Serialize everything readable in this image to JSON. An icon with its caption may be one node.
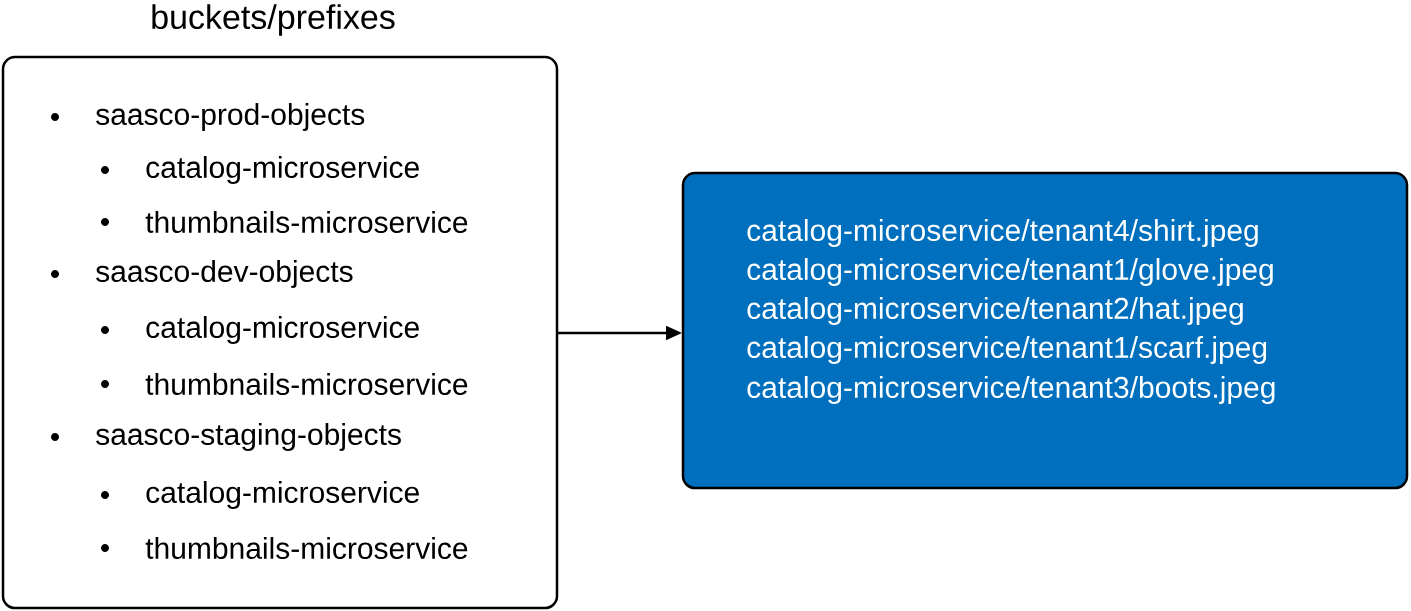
{
  "diagram": {
    "nodes": [
      {
        "text": [
          "buckets/prefixes",
          "saasco-prod-objects",
          "catalog-microservice",
          "thumbnails-microservice",
          "saasco-dev-objects",
          "catalog-microservice",
          "thumbnails-microservice",
          "saasco-staging-objects",
          "catalog-microservice",
          "thumbnails-microservice"
        ]
      },
      {
        "text": [
          "catalog-microservice/tenant4/shirt.jpeg",
          "catalog-microservice/tenant1/glove.jpeg",
          "catalog-microservice/tenant2/hat.jpeg",
          "catalog-microservice/tenant1/scarf.jpeg",
          "catalog-microservice/tenant3/boots.jpeg"
        ]
      }
    ],
    "edges": [
      {
        "from": 0,
        "to": 1,
        "arrow": "to"
      }
    ]
  }
}
